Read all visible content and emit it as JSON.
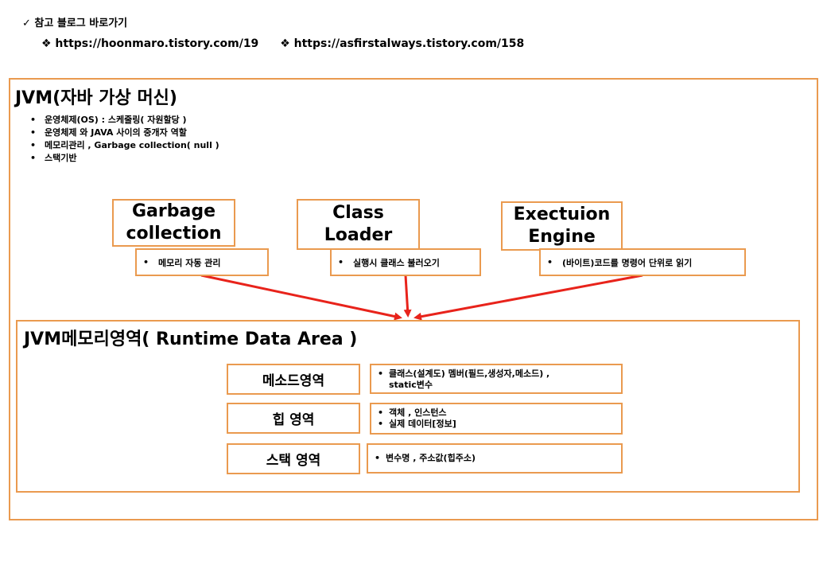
{
  "reference": {
    "title": "✓ 참고 블로그 바로가기",
    "links": [
      "❖ https://hoonmaro.tistory.com/19",
      "❖ https://asfirstalways.tistory.com/158"
    ]
  },
  "jvm": {
    "title": "JVM(자바 가상 머신)",
    "bullets": [
      "운영체제(OS) : 스케줄링( 자원할당 )",
      "운영체제 와 JAVA 사이의 중개자 역할",
      "메모리관리 , Garbage  collection( null )",
      "스택기반"
    ]
  },
  "components": [
    {
      "name": "Garbage\ncollection",
      "desc": "메모리 자동 관리"
    },
    {
      "name": "Class\nLoader",
      "desc": "실행시 클래스 불러오기"
    },
    {
      "name": "Exectuion\nEngine",
      "desc": "(바이트)코드를 명령어 단위로 읽기"
    }
  ],
  "runtime": {
    "title": "JVM메모리영역( Runtime Data Area )",
    "areas": [
      {
        "name": "메소드영역",
        "lines": [
          "클래스(설계도) 멤버(필드,생성자,메소드)  ,"
        ],
        "cont": "static변수"
      },
      {
        "name": "힙 영역",
        "lines": [
          "객체 , 인스턴스",
          "실제 데이터[정보]"
        ],
        "cont": ""
      },
      {
        "name": "스택 영역",
        "lines": [
          "변수명 , 주소값(힙주소)"
        ],
        "cont": ""
      }
    ]
  },
  "colors": {
    "border": "#ea9a4f",
    "arrow": "#e8231b"
  }
}
